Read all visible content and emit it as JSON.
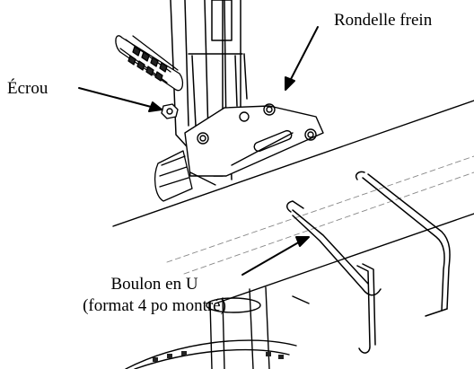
{
  "labels": {
    "nut": "Écrou",
    "lock_washer": "Rondelle frein",
    "u_bolt_line1": "Boulon en U",
    "u_bolt_line2": "(format 4 po montré)"
  },
  "colors": {
    "ink": "#000000",
    "paper": "#ffffff",
    "hidden_line": "#888888"
  }
}
